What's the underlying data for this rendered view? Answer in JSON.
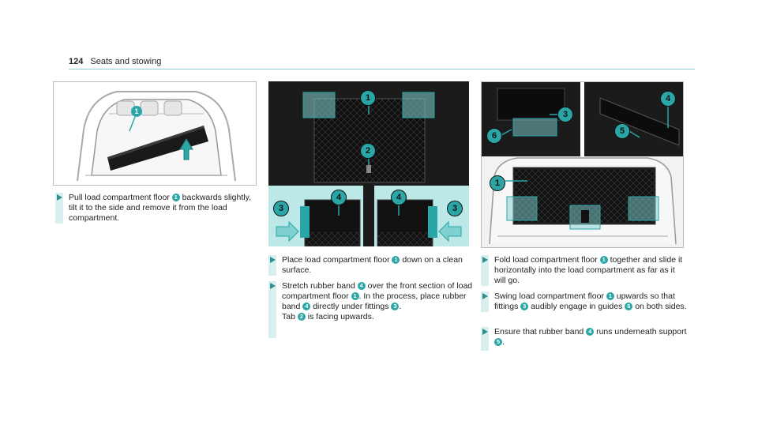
{
  "header": {
    "page_number": "124",
    "section": "Seats and stowing"
  },
  "fig1": {
    "callouts": [
      "1"
    ]
  },
  "fig2": {
    "callouts": [
      "1",
      "2",
      "3",
      "4",
      "4",
      "3"
    ]
  },
  "fig3": {
    "callouts": [
      "4",
      "3",
      "6",
      "5",
      "1"
    ]
  },
  "col1": {
    "step1": {
      "a": "Pull load compartment floor ",
      "b1": "1",
      "c": " backwards slightly, tilt it to the side and remove it from the load compartment."
    }
  },
  "col2": {
    "step1": {
      "a": "Place load compartment floor ",
      "b1": "1",
      "c": " down on a clean surface."
    },
    "step2": {
      "a": "Stretch rubber band ",
      "b1": "4",
      "c": " over the front section of load compartment floor ",
      "b2": "1",
      "d": ". In the process, place rubber band ",
      "b3": "4",
      "e": " directly under fittings ",
      "b4": "3",
      "f": ".",
      "g": "Tab ",
      "b5": "2",
      "h": " is facing upwards."
    }
  },
  "col3": {
    "step1": {
      "a": "Fold load compartment floor ",
      "b1": "1",
      "c": " together and slide it horizontally into the load compartment as far as it will go."
    },
    "step2": {
      "a": "Swing load compartment floor ",
      "b1": "1",
      "c": " upwards so that fittings ",
      "b2": "3",
      "d": " audibly engage in guides ",
      "b3": "6",
      "e": " on both sides."
    },
    "step3": {
      "a": "Ensure that rubber band ",
      "b1": "4",
      "c": " runs underneath support ",
      "b2": "5",
      "d": "."
    }
  }
}
